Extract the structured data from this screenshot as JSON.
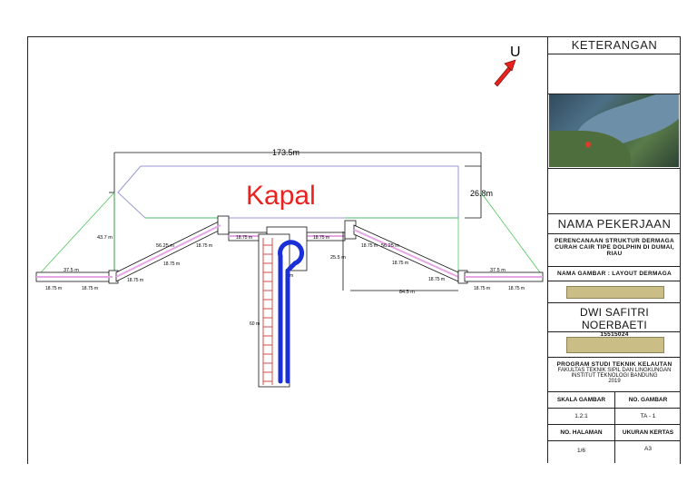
{
  "north_label": "U",
  "ship_label": "Kapal",
  "dimensions": {
    "ship_length": "173.5m",
    "ship_width": "26.8m",
    "left_vertical": "43.7 m",
    "right_vertical": "25.5 m",
    "trestle_length": "60 m",
    "platform_width": "20 m",
    "right_offset": "84.5 m",
    "left_dolphin_width": "37.5 m",
    "right_dolphin_width": "37.5 m",
    "segment": "18.75 m",
    "walkway": "56.25 m"
  },
  "title_block": {
    "keterangan": "KETERANGAN",
    "nama_pekerjaan": "NAMA PEKERJAAN",
    "project_line1": "PERENCANAAN STRUKTUR DERMAGA",
    "project_line2": "CURAH CAIR TIPE DOLPHIN DI DUMAI,",
    "project_line3": "RIAU",
    "nama_gambar": "NAMA GAMBAR : LAYOUT DERMAGA",
    "author_name": "DWI SAFITRI NOERBAETI",
    "author_id": "15515024",
    "program": "PROGRAM STUDI TEKNIK KELAUTAN",
    "faculty": "FAKULTAS TEKNIK SIPIL DAN LINGKUNGAN",
    "institute": "INSTITUT TEKNOLOGI BANDUNG",
    "year": "2019",
    "skala_label": "SKALA GAMBAR",
    "no_gambar_label": "NO. GAMBAR",
    "skala_value": "1.2:1",
    "no_gambar_value": "TA - 1",
    "no_halaman_label": "NO. HALAMAN",
    "ukuran_label": "UKURAN KERTAS",
    "no_halaman_value": "1/6",
    "ukuran_value": "A3"
  },
  "colors": {
    "ship_label": "#e8231f",
    "north_arrow": "#e8231f",
    "pipeline": "#1a2fd6",
    "ladder": "#d23b3b",
    "mooring_lines": "#39c24a",
    "walkway": "#e6a6e6",
    "swatch": "#cbbd86"
  }
}
